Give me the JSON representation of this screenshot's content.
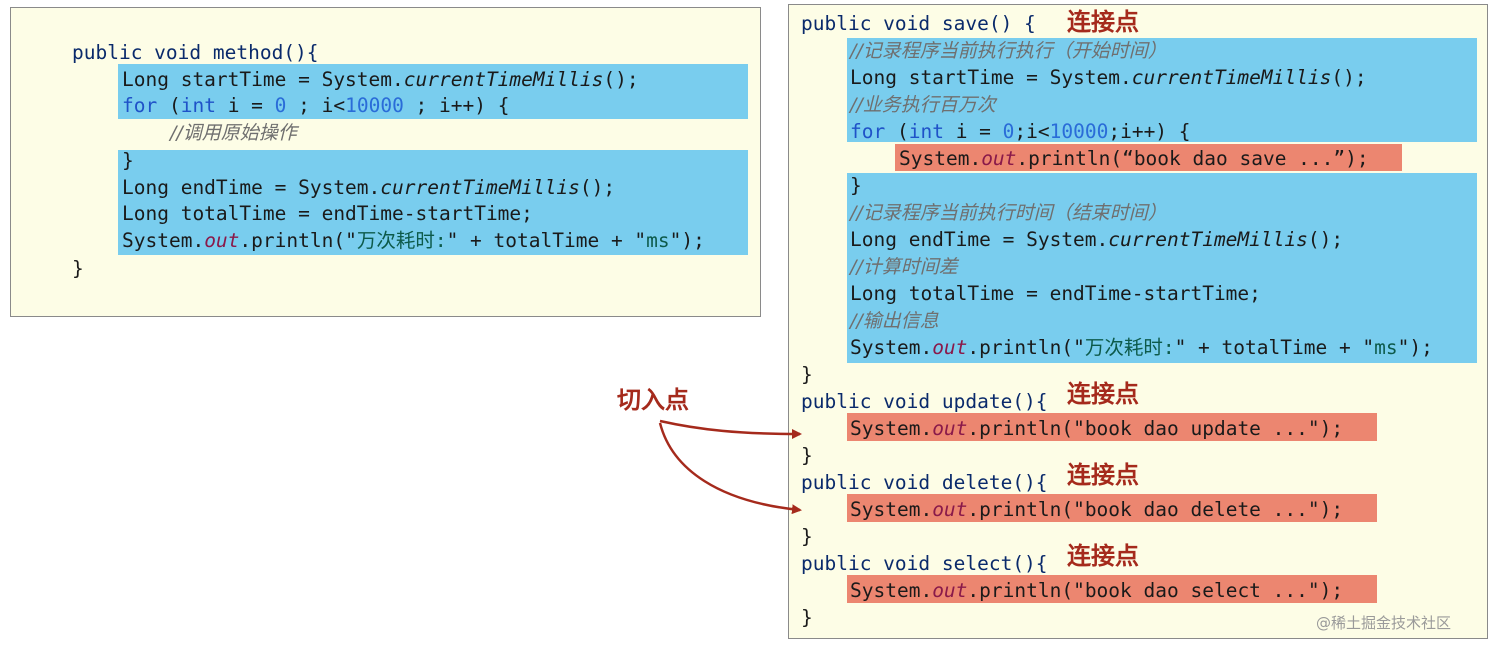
{
  "left_code": {
    "l1": "public void method(){",
    "l2a": "Long startTime = System.",
    "l2b": "currentTimeMillis",
    "l2c": "();",
    "l3a": "for",
    "l3b": " (",
    "l3c": "int",
    "l3d": " i = ",
    "l3e": "0",
    "l3f": " ; i<",
    "l3g": "10000",
    "l3h": " ; i++) {",
    "l4": "//调用原始操作",
    "l5": "}",
    "l6a": "Long endTime = System.",
    "l6b": "currentTimeMillis",
    "l6c": "();",
    "l7": "Long totalTime = endTime-startTime;",
    "l8a": "System.",
    "l8b": "out",
    "l8c": ".println(\"",
    "l8d": "万次耗时:",
    "l8e": "\" + totalTime + \"",
    "l8f": "ms",
    "l8g": "\");",
    "l9": "}"
  },
  "right_code": {
    "save_sig": "public void save() {",
    "c1": "//记录程序当前执行执行（开始时间）",
    "s1a": "Long startTime = System.",
    "s1b": "currentTimeMillis",
    "s1c": "();",
    "c2": "//业务执行百万次",
    "f1a": "for",
    "f1b": " (",
    "f1c": "int",
    "f1d": " i = ",
    "f1e": "0",
    "f1f": ";i<",
    "f1g": "10000",
    "f1h": ";i++) {",
    "p1a": "System.",
    "p1b": "out",
    "p1c": ".println(“book dao save ...”);",
    "close1": "}",
    "c3": "//记录程序当前执行时间（结束时间）",
    "e1a": "Long endTime = System.",
    "e1b": "currentTimeMillis",
    "e1c": "();",
    "c4": "//计算时间差",
    "t1": "Long totalTime = endTime-startTime;",
    "c5": "//输出信息",
    "o1a": "System.",
    "o1b": "out",
    "o1c": ".println(\"",
    "o1d": "万次耗时:",
    "o1e": "\" + totalTime + \"",
    "o1f": "ms",
    "o1g": "\");",
    "close2": "}",
    "update_sig": "public void update(){",
    "u1a": "System.",
    "u1b": "out",
    "u1c": ".println(\"book dao update ...\");",
    "close3": "}",
    "delete_sig": "public void delete(){",
    "d1a": "System.",
    "d1b": "out",
    "d1c": ".println(\"book dao delete ...\");",
    "close4": "}",
    "select_sig": "public void select(){",
    "x1a": "System.",
    "x1b": "out",
    "x1c": ".println(\"book dao select ...\");",
    "close5": "}"
  },
  "labels": {
    "joinpoint": "连接点",
    "pointcut": "切入点"
  },
  "watermark": "@稀土掘金技术社区",
  "colors": {
    "highlight_blue": "#79cdee",
    "highlight_red": "#ec8670",
    "label_red": "#a52a1c",
    "panel_bg": "#fdfde6"
  }
}
